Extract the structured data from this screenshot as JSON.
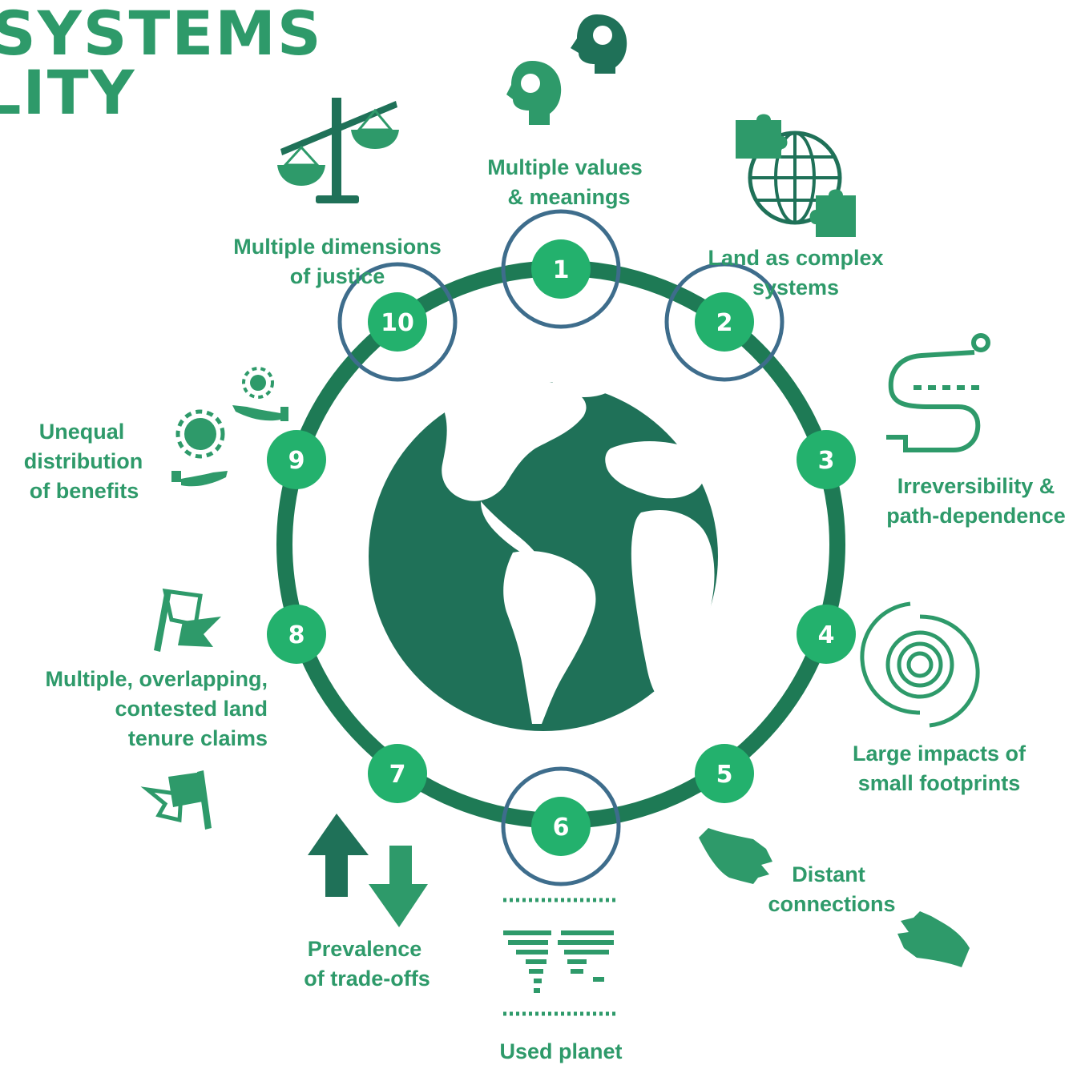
{
  "title": {
    "line1": "SYSTEMS",
    "line2": "LITY"
  },
  "colors": {
    "ring": "#1e7a55",
    "globe": "#1f7158",
    "node": "#23b16d",
    "label": "#2e9a6a",
    "highlight": "#3e6d8c"
  },
  "items": [
    {
      "n": "1",
      "line1": "Multiple values",
      "line2": "& meanings",
      "line3": "",
      "icon": "heads-icon"
    },
    {
      "n": "2",
      "line1": "Land as complex",
      "line2": "systems",
      "line3": "",
      "icon": "globe-puzzle-icon"
    },
    {
      "n": "3",
      "line1": "Irreversibility &",
      "line2": "path-dependence",
      "line3": "",
      "icon": "path-pin-icon"
    },
    {
      "n": "4",
      "line1": "Large impacts of",
      "line2": "small footprints",
      "line3": "",
      "icon": "swirl-icon"
    },
    {
      "n": "5",
      "line1": "",
      "line2": "",
      "line3": "",
      "icon": ""
    },
    {
      "n": "6",
      "line1": "Used planet",
      "line2": "",
      "line3": "",
      "icon": "dotted-world-icon"
    },
    {
      "n": "7",
      "line1": "Prevalence",
      "line2": "of trade-offs",
      "line3": "",
      "icon": "up-down-arrows-icon"
    },
    {
      "n": "8",
      "line1": "Multiple, overlapping,",
      "line2": "contested land",
      "line3": "tenure claims",
      "icon": "flags-icon"
    },
    {
      "n": "9",
      "line1": "Unequal",
      "line2": "distribution",
      "line3": "of benefits",
      "icon": "hands-coins-icon"
    },
    {
      "n": "10",
      "line1": "Multiple dimensions",
      "line2": "of justice",
      "line3": "",
      "icon": "scales-icon"
    }
  ],
  "distant": {
    "line1": "Distant",
    "line2": "connections",
    "icon": "reaching-hands-icon"
  },
  "highlighted": [
    "1",
    "2",
    "6",
    "10"
  ]
}
